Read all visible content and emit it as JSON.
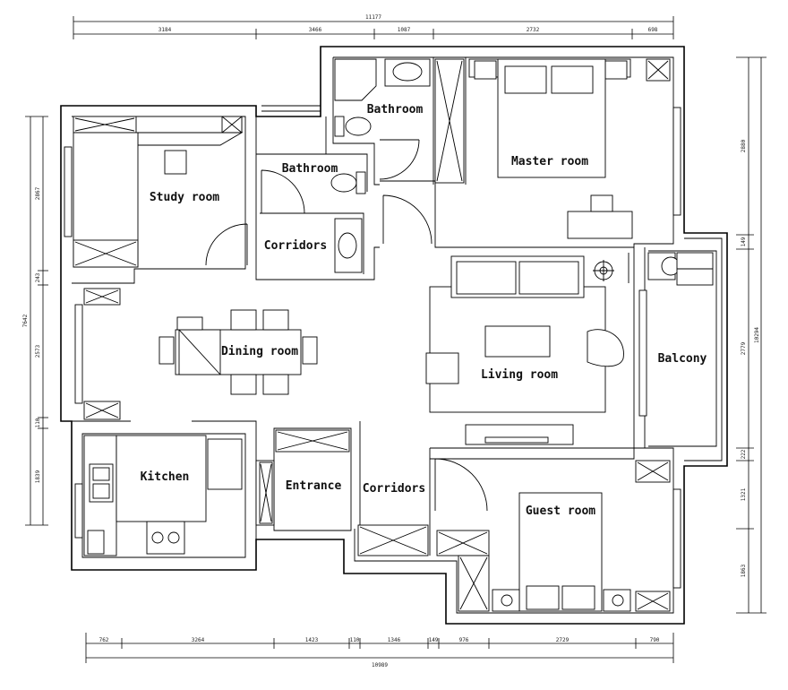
{
  "rooms": {
    "study": "Study room",
    "bathroom_top": "Bathroom",
    "bathroom_mid": "Bathroom",
    "master": "Master room",
    "corridors_top": "Corridors",
    "dining": "Dining room",
    "living": "Living room",
    "balcony": "Balcony",
    "kitchen": "Kitchen",
    "entrance": "Entrance",
    "corridors_bottom": "Corridors",
    "guest": "Guest room"
  },
  "dimensions": {
    "top_total": "11177",
    "top": [
      "3184",
      "3466",
      "1087",
      "2732",
      "698"
    ],
    "bottom_total": "10989",
    "bottom": [
      "762",
      "3264",
      "1423",
      "110",
      "1346",
      "149",
      "976",
      "2729",
      "790"
    ],
    "left_total": "7642",
    "left": [
      "2867",
      "243",
      "2573",
      "110",
      "1839"
    ],
    "right_total": "10294",
    "right": [
      "2880",
      "149",
      "2779",
      "222",
      "1321",
      "1863"
    ]
  }
}
